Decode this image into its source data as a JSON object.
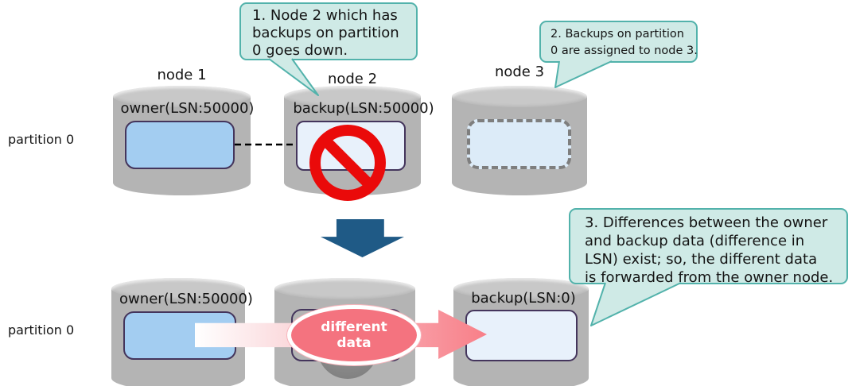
{
  "figure": {
    "top": {
      "partition_label": "partition 0",
      "node_labels": [
        "node 1",
        "node 2",
        "node 3"
      ],
      "owner_box_label": "owner(LSN:50000)",
      "backup_box_label": "backup(LSN:50000)"
    },
    "bottom": {
      "partition_label": "partition 0",
      "owner_box_label": "owner(LSN:50000)",
      "backup_box_label": "backup(LSN:0)"
    },
    "callouts": [
      "1. Node 2 which has\nbackups on partition\n0 goes down.",
      "2. Backups on partition\n0 are assigned to node 3.",
      "3. Differences between the owner\nand backup data (difference in\nLSN) exist; so, the different data\nis forwarded from the owner node."
    ],
    "data_flow_label": "different\ndata",
    "colors": {
      "callout_fill": "#cfeae6",
      "callout_border": "#52b2ab",
      "cylinder_gray": "#b4b4b4",
      "cylinder_cap_gray": "#c8c8c8",
      "owner_box_fill": "#a3cdf1",
      "backup_box_fill": "#e8f1fb",
      "assigned_box_fill": "#dcebf8",
      "box_border_purple": "#44355c",
      "dashed_border_gray": "#7e7e7e",
      "prohibition_red": "#ea0a0a",
      "down_arrow_blue": "#1f5a86",
      "data_arrow_pink": "#f87f88",
      "data_ellipse_red": "#f4737f",
      "ball_gray": "#8a8a8a"
    }
  }
}
